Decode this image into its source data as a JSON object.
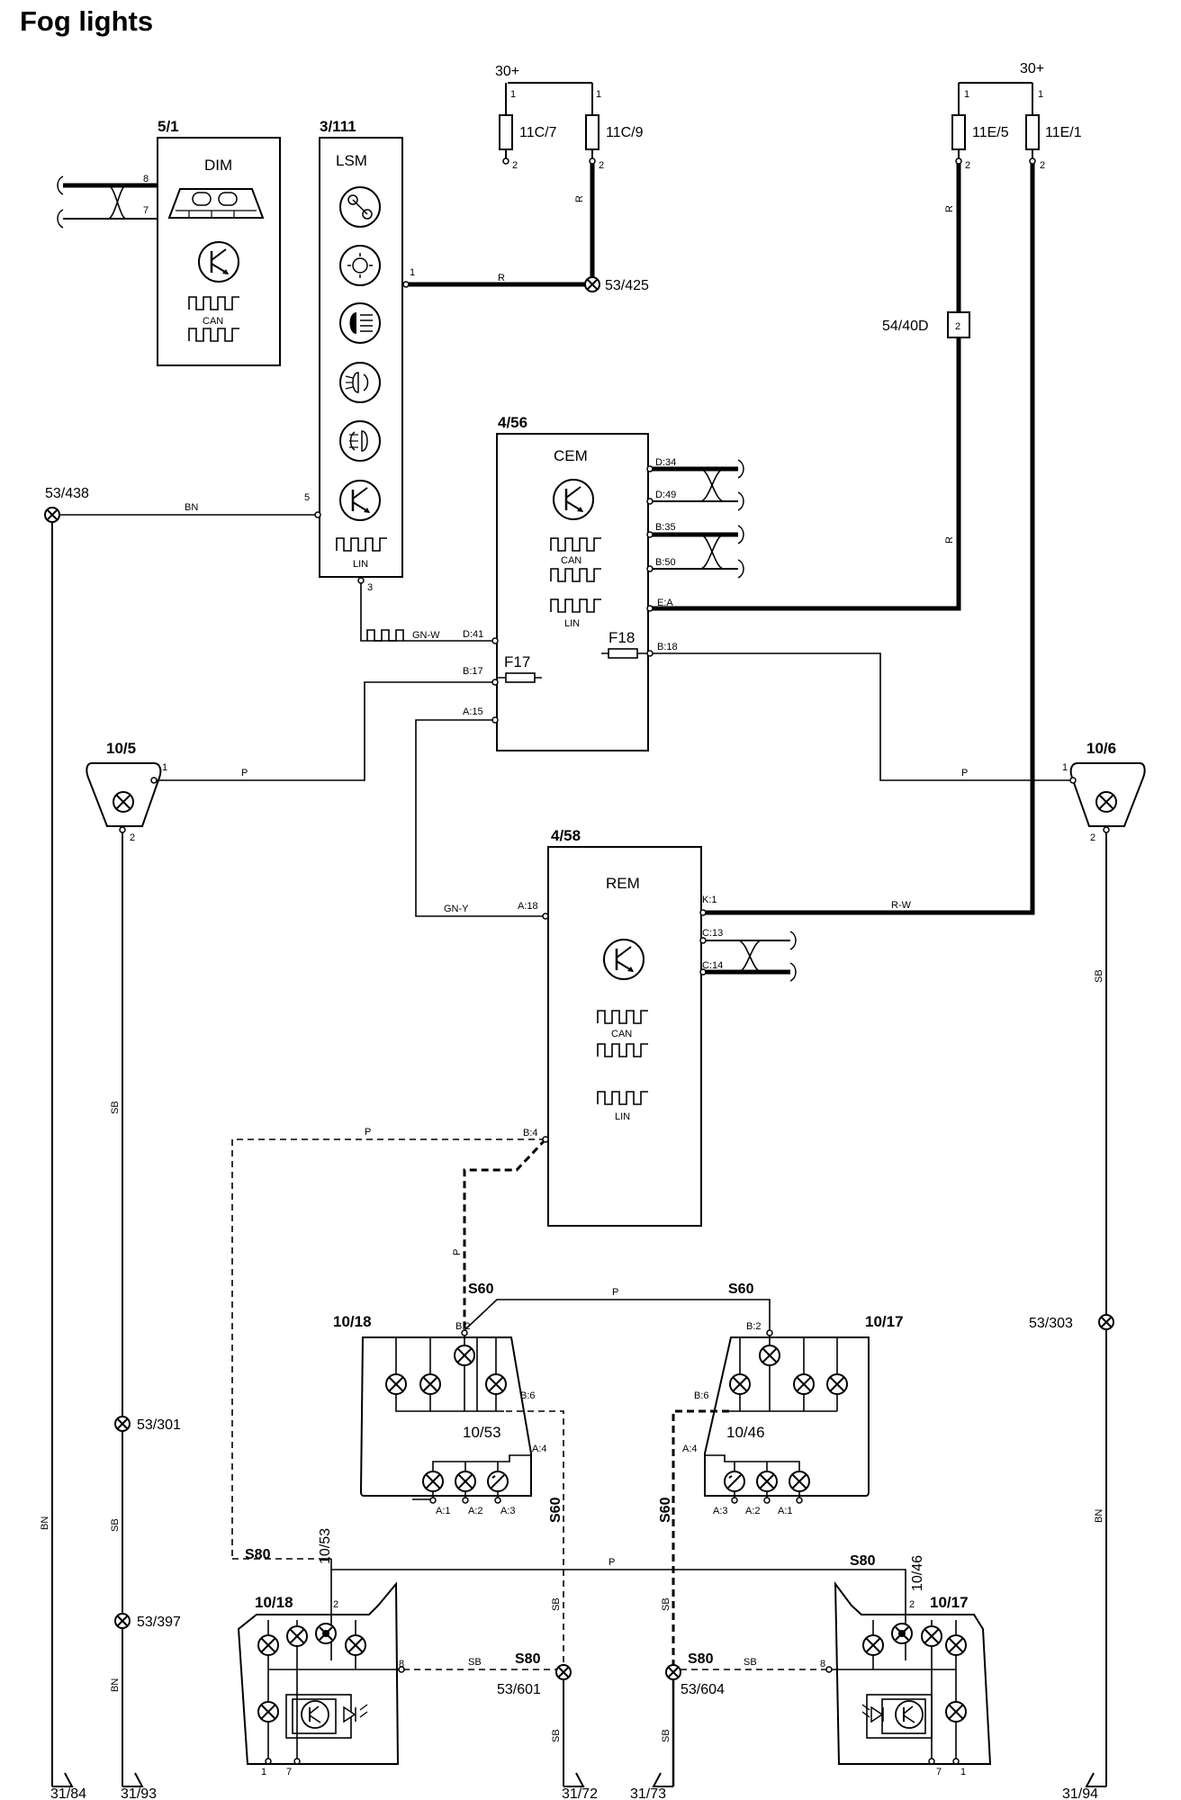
{
  "title": "Fog lights",
  "components": {
    "dim": {
      "ref": "5/1",
      "name": "DIM",
      "can": "CAN",
      "pins": [
        "8",
        "7"
      ]
    },
    "lsm": {
      "ref": "3/111",
      "name": "LSM",
      "lin": "LIN",
      "pins": [
        "1",
        "5",
        "3"
      ]
    },
    "cem": {
      "ref": "4/56",
      "name": "CEM",
      "can": "CAN",
      "lin": "LIN",
      "pins": [
        "D:34",
        "D:49",
        "B:35",
        "B:50",
        "E:A",
        "B:18",
        "D:41",
        "B:17",
        "A:15"
      ],
      "fuses": [
        "F18",
        "F17"
      ]
    },
    "rem": {
      "ref": "4/58",
      "name": "REM",
      "can": "CAN",
      "lin": "LIN",
      "pins": [
        "K:1",
        "C:13",
        "C:14",
        "A:18",
        "B:4"
      ]
    },
    "fog_left": {
      "ref": "10/5",
      "pins": [
        "1",
        "2"
      ]
    },
    "fog_right": {
      "ref": "10/6",
      "pins": [
        "1",
        "2"
      ]
    },
    "rear_left": {
      "ref": "10/18",
      "sub": "10/53",
      "pins": [
        "B:2",
        "B:6",
        "A:4",
        "A:1",
        "A:2",
        "A:3"
      ]
    },
    "rear_right": {
      "ref": "10/17",
      "sub": "10/46",
      "pins": [
        "B:2",
        "B:6",
        "A:4",
        "A:3",
        "A:2",
        "A:1"
      ]
    },
    "s80_left": {
      "ref": "10/18",
      "lead": "10/53",
      "pins": [
        "2",
        "8",
        "1",
        "7"
      ]
    },
    "s80_right": {
      "ref": "10/17",
      "lead": "10/46",
      "pins": [
        "2",
        "8",
        "7",
        "1"
      ]
    }
  },
  "fuses": {
    "f1": {
      "ref": "11C/7",
      "pins": [
        "1",
        "2"
      ]
    },
    "f2": {
      "ref": "11C/9",
      "pins": [
        "1",
        "2"
      ]
    },
    "f3": {
      "ref": "11E/5",
      "pins": [
        "1",
        "2"
      ]
    },
    "f4": {
      "ref": "11E/1",
      "pins": [
        "1",
        "2"
      ]
    }
  },
  "supply": [
    "30+",
    "30+"
  ],
  "connector": {
    "ref": "54/40D",
    "pin": "2"
  },
  "splices": [
    "53/425",
    "53/438",
    "53/301",
    "53/397",
    "53/303",
    "53/601",
    "53/604"
  ],
  "grounds": [
    "31/84",
    "31/93",
    "31/72",
    "31/73",
    "31/94"
  ],
  "wires": {
    "r": "R",
    "bn": "BN",
    "gnw": "GN-W",
    "gny": "GN-Y",
    "p": "P",
    "rw": "R-W",
    "sb": "SB"
  },
  "model_labels": {
    "s60": "S60",
    "s80": "S80"
  }
}
